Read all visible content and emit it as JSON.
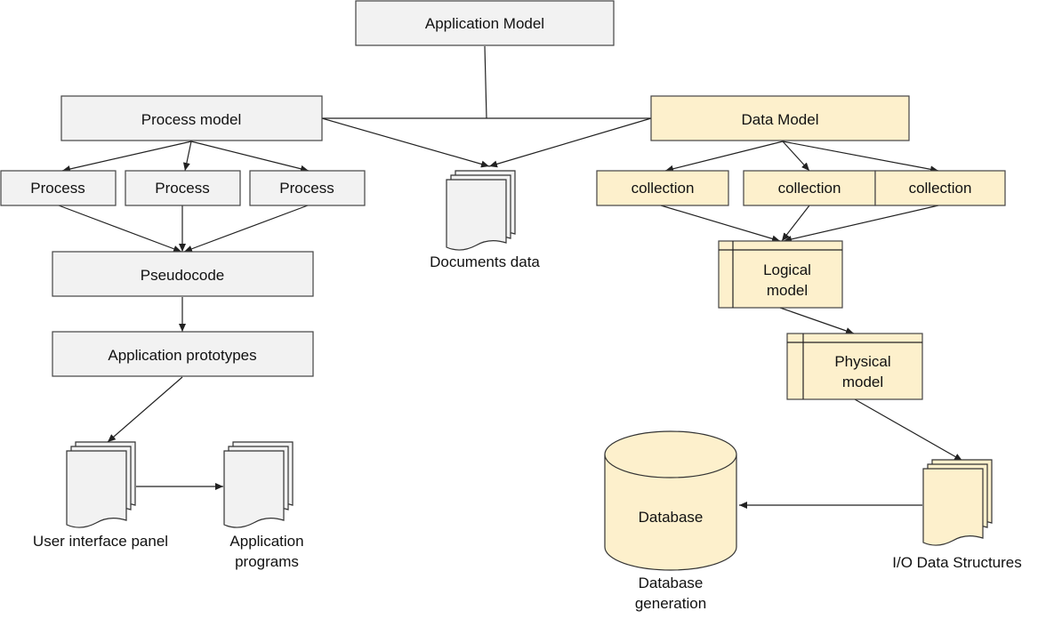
{
  "nodes": {
    "application_model": "Application Model",
    "process_model": "Process model",
    "data_model": "Data Model",
    "process_1": "Process",
    "process_2": "Process",
    "process_3": "Process",
    "documents_data": "Documents data",
    "collection_1": "collection",
    "collection_2": "collection",
    "collection_3": "collection",
    "pseudocode": "Pseudocode",
    "logical_model_line1": "Logical",
    "logical_model_line2": "model",
    "application_prototypes": "Application prototypes",
    "physical_model_line1": "Physical",
    "physical_model_line2": "model",
    "user_interface_panel": "User interface panel",
    "application_programs_line1": "Application",
    "application_programs_line2": "programs",
    "database": "Database",
    "database_generation_line1": "Database",
    "database_generation_line2": "generation",
    "io_data_structures": "I/O Data Structures"
  },
  "colors": {
    "process_fill": "#f2f2f2",
    "data_fill": "#fdf0cc",
    "stroke": "#444444"
  }
}
